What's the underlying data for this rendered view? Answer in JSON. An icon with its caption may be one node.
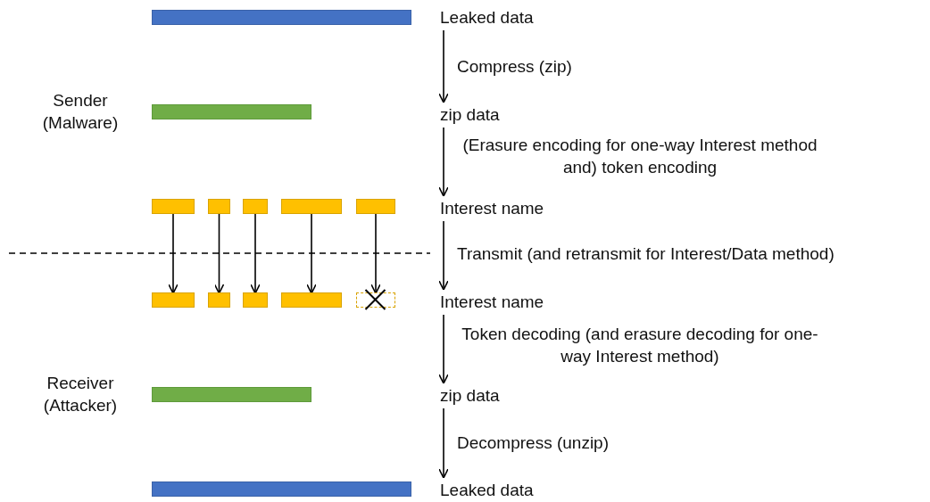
{
  "diagram": {
    "nodes": [
      {
        "text": [
          "Leaked data"
        ]
      },
      {
        "text": [
          "zip data"
        ]
      },
      {
        "text": [
          "Interest name"
        ]
      },
      {
        "text": [
          "Interest name"
        ]
      },
      {
        "text": [
          "zip data"
        ]
      },
      {
        "text": [
          "Leaked data"
        ]
      },
      {
        "text": [],
        "shape": "bar"
      },
      {
        "text": [],
        "shape": "bar"
      },
      {
        "text": [],
        "shape": "bar"
      },
      {
        "text": [],
        "shape": "bar"
      },
      {
        "text": [],
        "shape": "bar"
      },
      {
        "text": [],
        "shape": "bar"
      },
      {
        "text": [],
        "shape": "bar"
      },
      {
        "text": [],
        "shape": "bar"
      },
      {
        "text": [],
        "shape": "bar"
      },
      {
        "text": [],
        "shape": "bar"
      },
      {
        "text": [],
        "shape": "bar"
      },
      {
        "text": [],
        "shape": "box"
      },
      {
        "text": [],
        "shape": "bar"
      },
      {
        "text": [],
        "shape": "bar"
      }
    ],
    "edges": [
      {
        "from": 0,
        "to": 1,
        "arrow": "to",
        "label": "Compress (zip)"
      },
      {
        "from": 1,
        "to": 2,
        "arrow": "to",
        "label": "(Erasure encoding for one-way Interest method and) token encoding"
      },
      {
        "from": 2,
        "to": 3,
        "arrow": "to",
        "label": "Transmit (and retransmit for Interest/Data method)"
      },
      {
        "from": 3,
        "to": 4,
        "arrow": "to",
        "label": "Token decoding (and erasure decoding for one-way Interest method)"
      },
      {
        "from": 4,
        "to": 5,
        "arrow": "to",
        "label": "Decompress (unzip)"
      },
      {
        "from": 8,
        "to": 13,
        "arrow": "to"
      },
      {
        "from": 9,
        "to": 14,
        "arrow": "to"
      },
      {
        "from": 10,
        "to": 15,
        "arrow": "to"
      },
      {
        "from": 11,
        "to": 16,
        "arrow": "to"
      },
      {
        "from": 12,
        "to": 17,
        "arrow": "to"
      }
    ],
    "labels": [
      "Sender (Malware)",
      "Receiver (Attacker)"
    ]
  }
}
